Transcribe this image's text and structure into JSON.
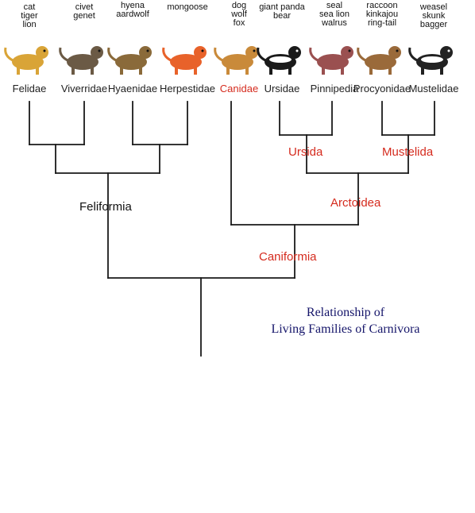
{
  "colors": {
    "line": "#1a1a1a",
    "highlight": "#d52b1e",
    "clade_black": "#111111",
    "title": "#15156a"
  },
  "title": "Relationship of\nLiving Families of Carnivora",
  "families": [
    {
      "name": "Felidae",
      "common": "cat\ntiger\nlion",
      "icon": "lion-icon",
      "color": "#d9a437"
    },
    {
      "name": "Viverridae",
      "common": "civet\ngenet",
      "icon": "civet-icon",
      "color": "#6b5a45"
    },
    {
      "name": "Hyaenidae",
      "common": "hyena\naardwolf",
      "icon": "hyena-icon",
      "color": "#8a6a3a"
    },
    {
      "name": "Herpestidae",
      "common": "mongoose",
      "icon": "mongoose-icon",
      "color": "#e8622a"
    },
    {
      "name": "Canidae",
      "common": "dog\nwolf\nfox",
      "icon": "dog-icon",
      "color": "#c98a3a",
      "highlight": true
    },
    {
      "name": "Ursidae",
      "common": "giant panda\nbear",
      "icon": "panda-icon",
      "color": "#1a1a1a"
    },
    {
      "name": "Pinnipedia",
      "common": "seal\nsea lion\nwalrus",
      "icon": "seal-icon",
      "color": "#9a5050"
    },
    {
      "name": "Procyonidae",
      "common": "raccoon\nkinkajou\nring-tail",
      "icon": "raccoon-icon",
      "color": "#9a6a3a"
    },
    {
      "name": "Mustelidae",
      "common": "weasel\nskunk\nbagger",
      "icon": "skunk-icon",
      "color": "#222222"
    }
  ],
  "clades": {
    "feliformia": "Feliformia",
    "caniformia": "Caniformia",
    "arctoidea": "Arctoidea",
    "ursida": "Ursida",
    "mustelida": "Mustelida"
  }
}
